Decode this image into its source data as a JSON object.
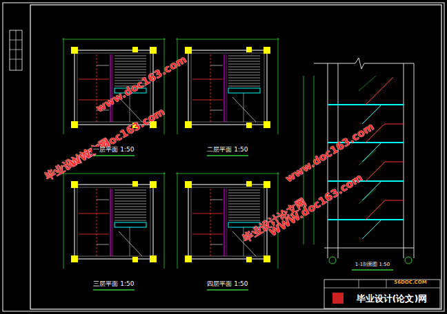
{
  "diagram": {
    "labels": [
      "www.doc163.com",
      "毕业设计论文网",
      "WWW.doc163.com",
      "www.doc163.com",
      "毕业设计论文网",
      "WWW.doc163.com",
      "一层平面 1:50",
      "二层平面 1:50",
      "三层平面 1:50",
      "四层平面 1:50",
      "1-1剖面图 1:50",
      "56DOC.COM",
      "毕业设计(论文)网"
    ]
  }
}
